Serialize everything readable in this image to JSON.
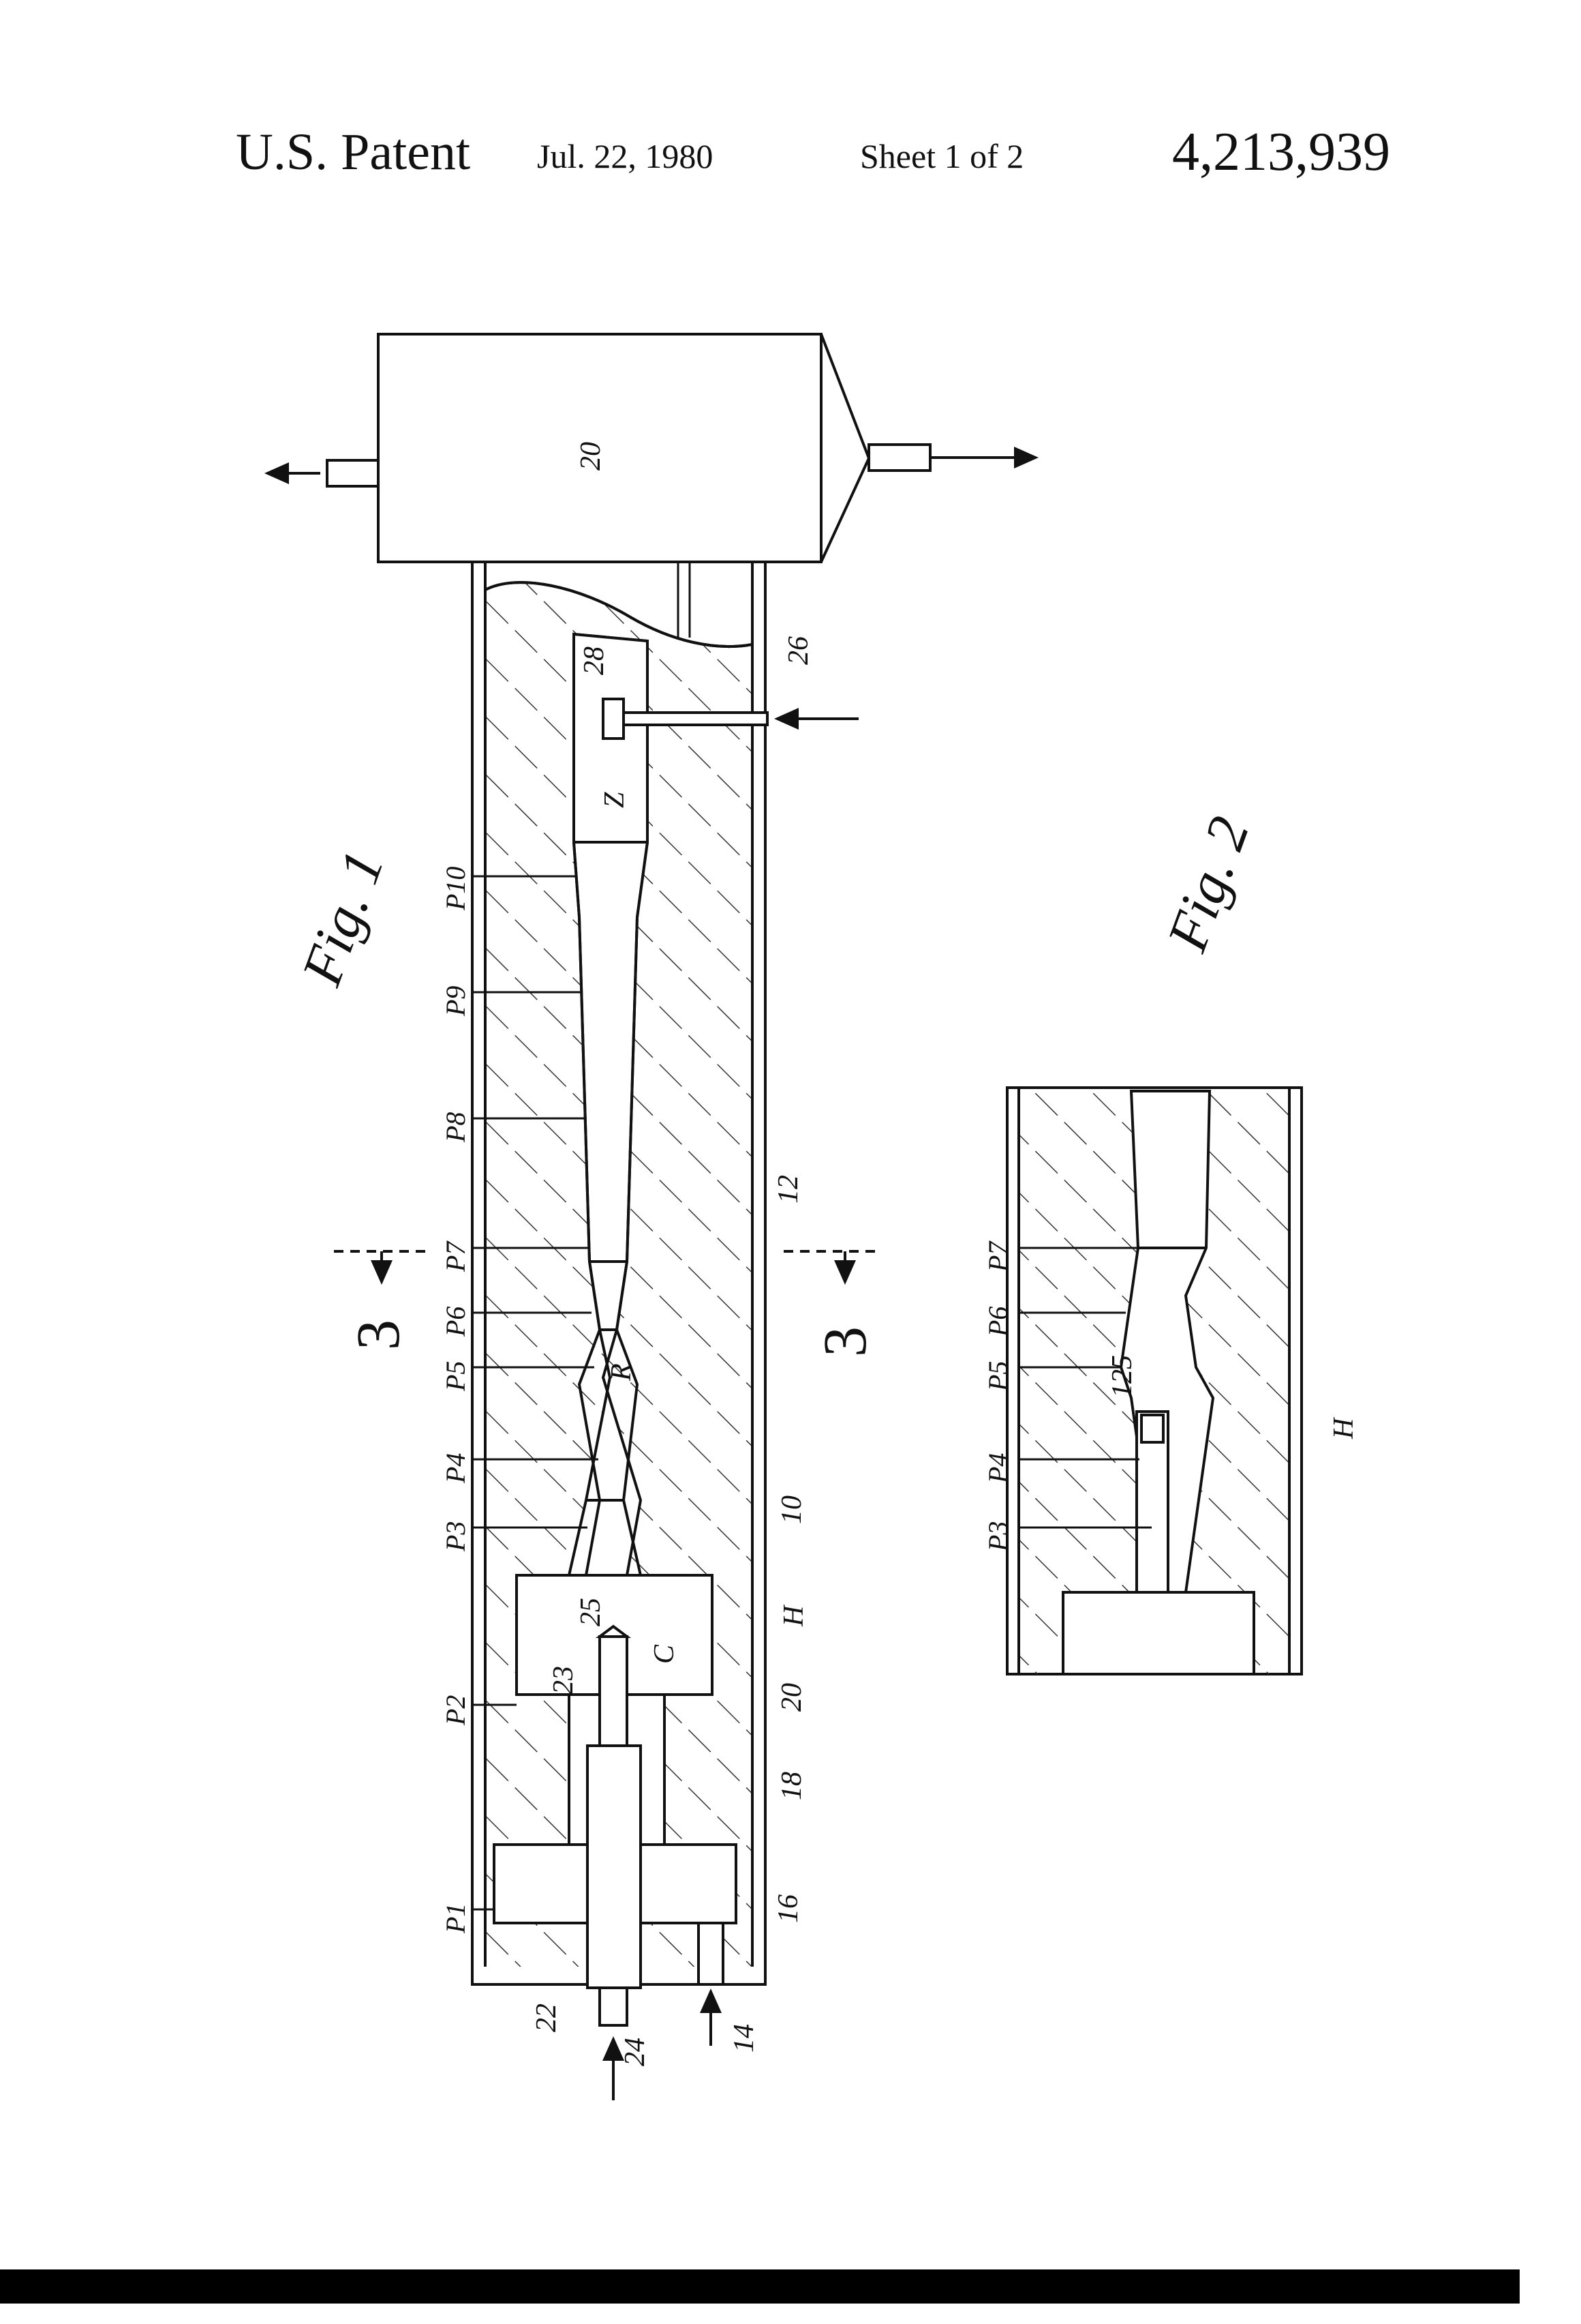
{
  "header": {
    "title": "U.S. Patent",
    "date": "Jul. 22, 1980",
    "sheet": "Sheet 1 of 2",
    "patent_number": "4,213,939"
  },
  "fig1": {
    "caption": "Fig. 1",
    "ports": [
      "P1",
      "P2",
      "P3",
      "P4",
      "P5",
      "P6",
      "P7",
      "P8",
      "P9",
      "P10"
    ],
    "zones": {
      "C": "C",
      "R": "R",
      "Z": "Z"
    },
    "refs": {
      "r20_top": "20",
      "r28": "28",
      "r26": "26",
      "r12": "12",
      "r10": "10",
      "rH": "H",
      "r20_bottom": "20",
      "r18": "18",
      "r16": "16",
      "r14": "14",
      "r22": "22",
      "r24": "24",
      "r23": "23",
      "r25": "25"
    },
    "section": {
      "left": "3",
      "right": "3"
    }
  },
  "fig2": {
    "caption": "Fig. 2",
    "ports": [
      "P3",
      "P4",
      "P5",
      "P6",
      "P7"
    ],
    "refs": {
      "r125": "125",
      "rH": "H"
    }
  }
}
